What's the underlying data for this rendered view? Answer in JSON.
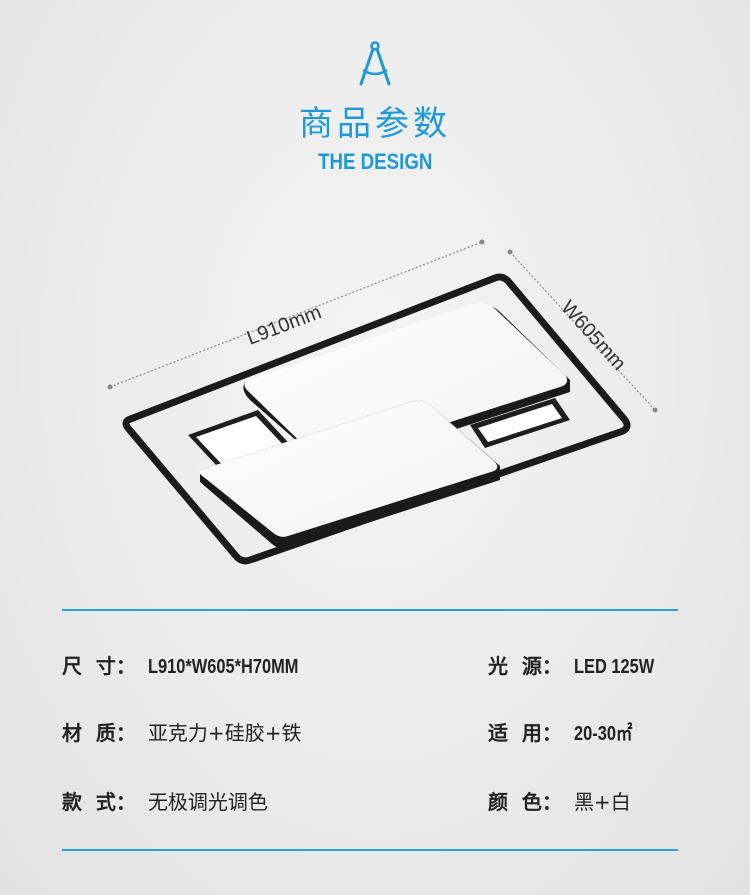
{
  "header": {
    "icon": "compass-icon",
    "title_cn": "商品参数",
    "title_en": "THE DESIGN",
    "accent_color": "#1e98d6"
  },
  "dimensions": {
    "length_label": "L910mm",
    "width_label": "W605mm"
  },
  "specs": {
    "size": {
      "label": "尺  寸：",
      "value": "L910*W605*H70MM"
    },
    "light_source": {
      "label": "光  源：",
      "value": "LED 125W"
    },
    "material": {
      "label": "材  质：",
      "value": "亚克力+硅胶+铁"
    },
    "applicable": {
      "label": "适  用：",
      "value": "20-30㎡"
    },
    "style": {
      "label": "款  式：",
      "value": "无极调光调色"
    },
    "color": {
      "label": "颜  色：",
      "value": "黑+白"
    }
  }
}
